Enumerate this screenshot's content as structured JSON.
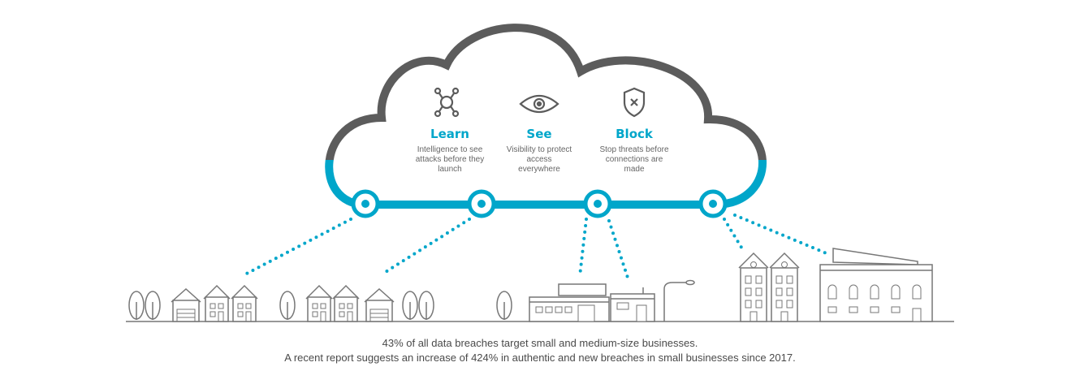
{
  "colors": {
    "accent": "#00a6ca",
    "outline": "#5c5c5c",
    "line": "#777777",
    "desc": "#666666"
  },
  "features": [
    {
      "icon": "network-nodes-icon",
      "title": "Learn",
      "description": "Intelligence to see attacks before they launch"
    },
    {
      "icon": "eye-icon",
      "title": "See",
      "description": "Visibility to protect access everywhere"
    },
    {
      "icon": "shield-x-icon",
      "title": "Block",
      "description": "Stop threats before connections are made"
    }
  ],
  "caption": {
    "line1": "43% of all data breaches target small and medium-size businesses.",
    "line2": "A recent report suggests an increase of 424% in authentic and new breaches in small businesses since 2017."
  }
}
